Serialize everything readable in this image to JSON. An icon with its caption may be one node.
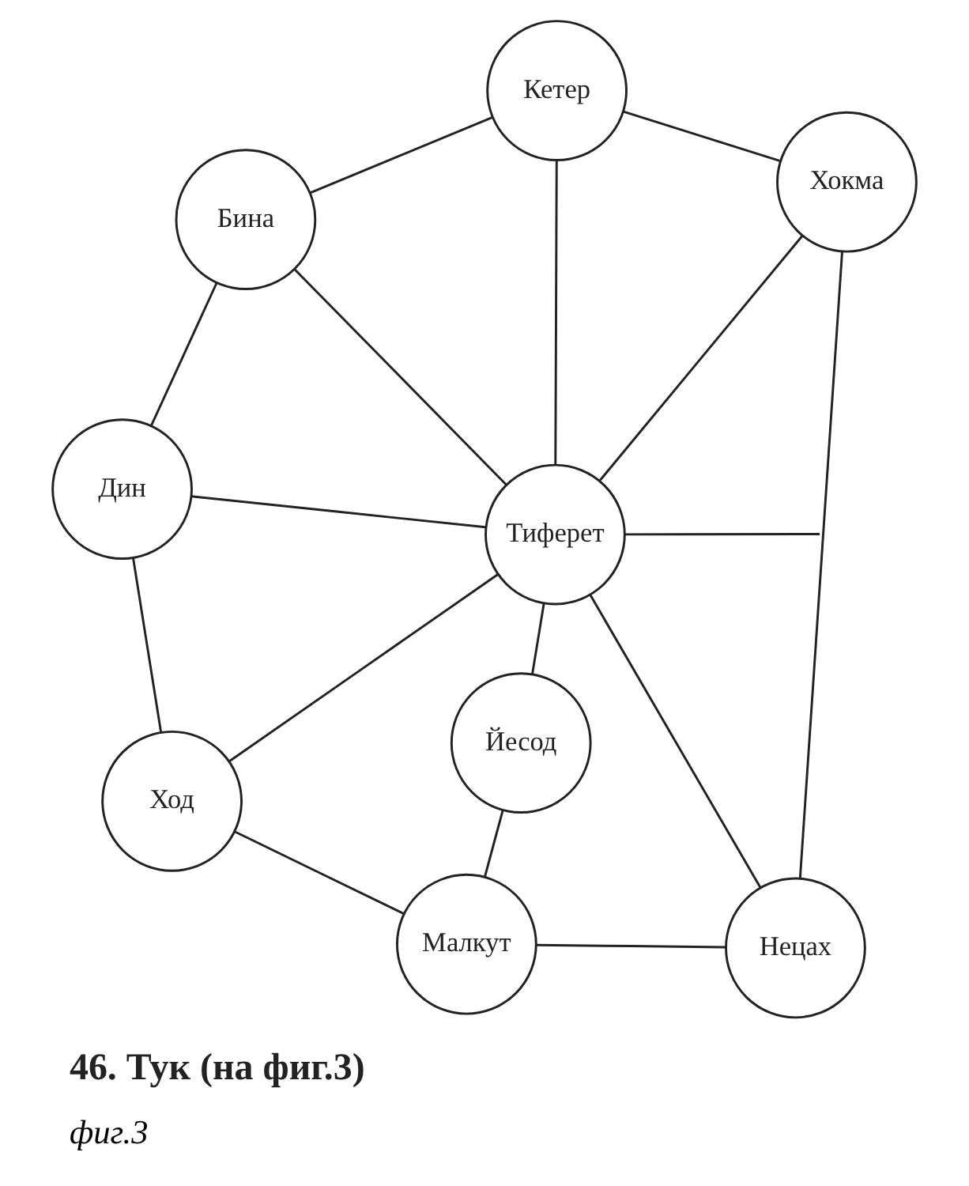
{
  "diagram": {
    "caption": "фиг.3",
    "nodes": [
      {
        "text": [
          "Кетер"
        ]
      },
      {
        "text": [
          "Хокма"
        ]
      },
      {
        "text": [
          "Бина"
        ]
      },
      {
        "text": [
          "Дин"
        ]
      },
      {
        "text": [
          "Тиферет"
        ]
      },
      {
        "text": [
          "Йесод"
        ]
      },
      {
        "text": [
          "Нецах"
        ]
      },
      {
        "text": [
          "Ход"
        ]
      },
      {
        "text": [
          "Малкут"
        ]
      }
    ],
    "edges": [
      {
        "from": 4,
        "to": 0,
        "arrow": "none"
      },
      {
        "from": 4,
        "to": 1,
        "arrow": "none"
      },
      {
        "from": 4,
        "to": 2,
        "arrow": "none"
      },
      {
        "from": 4,
        "to": 3,
        "arrow": "none"
      },
      {
        "from": 4,
        "to": null,
        "arrow": "none"
      },
      {
        "from": 4,
        "to": 5,
        "arrow": "none"
      },
      {
        "from": 4,
        "to": 6,
        "arrow": "none"
      },
      {
        "from": 4,
        "to": 7,
        "arrow": "none"
      },
      {
        "from": 5,
        "to": 8,
        "arrow": "none"
      },
      {
        "from": 0,
        "to": 1,
        "arrow": "none"
      },
      {
        "from": 1,
        "to": 6,
        "arrow": "none"
      },
      {
        "from": 6,
        "to": 8,
        "arrow": "none"
      },
      {
        "from": 8,
        "to": 7,
        "arrow": "none"
      },
      {
        "from": 7,
        "to": 3,
        "arrow": "none"
      },
      {
        "from": 3,
        "to": 2,
        "arrow": "none"
      },
      {
        "from": 2,
        "to": 0,
        "arrow": "none"
      }
    ],
    "labels": [
      "46. Тук (на фиг.3)"
    ]
  }
}
